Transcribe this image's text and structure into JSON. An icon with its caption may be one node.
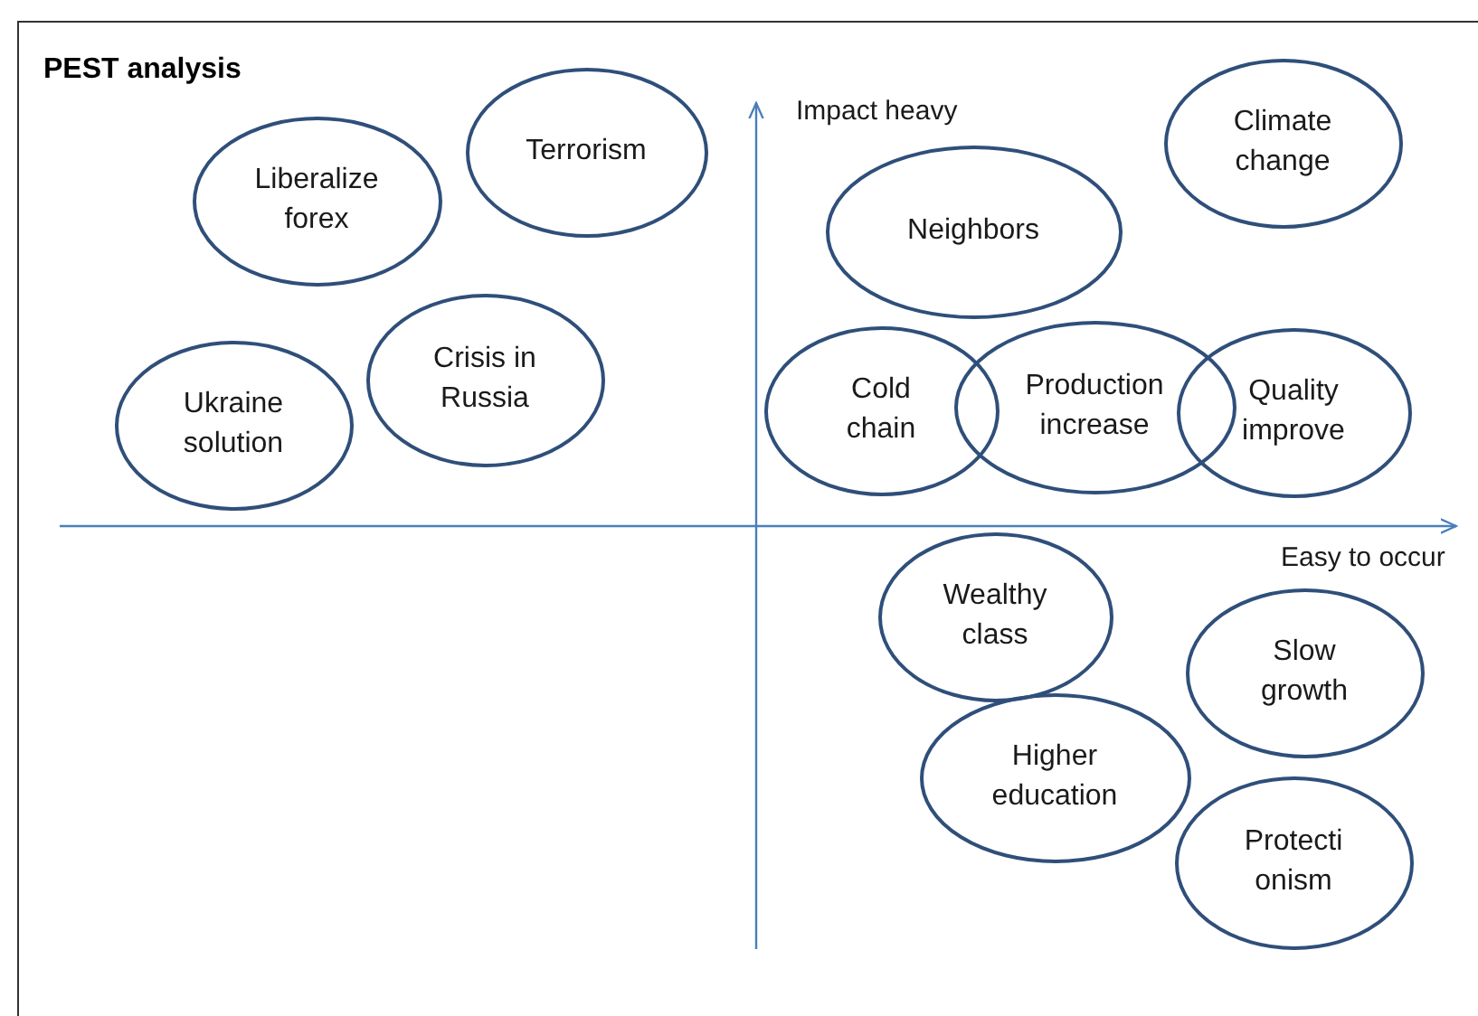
{
  "diagram": {
    "title": "PEST analysis",
    "nodes": [
      {
        "text": [
          "Liberalize forex"
        ]
      },
      {
        "text": [
          "Terrorism"
        ]
      },
      {
        "text": [
          "Ukraine solution"
        ]
      },
      {
        "text": [
          "Crisis in Russia"
        ]
      },
      {
        "text": [
          "Climate change"
        ]
      },
      {
        "text": [
          "Neighbors"
        ]
      },
      {
        "text": [
          "Cold chain"
        ]
      },
      {
        "text": [
          "Production increase"
        ]
      },
      {
        "text": [
          "Quality improve"
        ]
      },
      {
        "text": [
          "Wealthy class"
        ]
      },
      {
        "text": [
          "Slow growth"
        ]
      },
      {
        "text": [
          "Higher education"
        ]
      },
      {
        "text": [
          "Protecti onism"
        ]
      }
    ],
    "labels": [
      "Impact heavy",
      "Easy to occur"
    ]
  }
}
